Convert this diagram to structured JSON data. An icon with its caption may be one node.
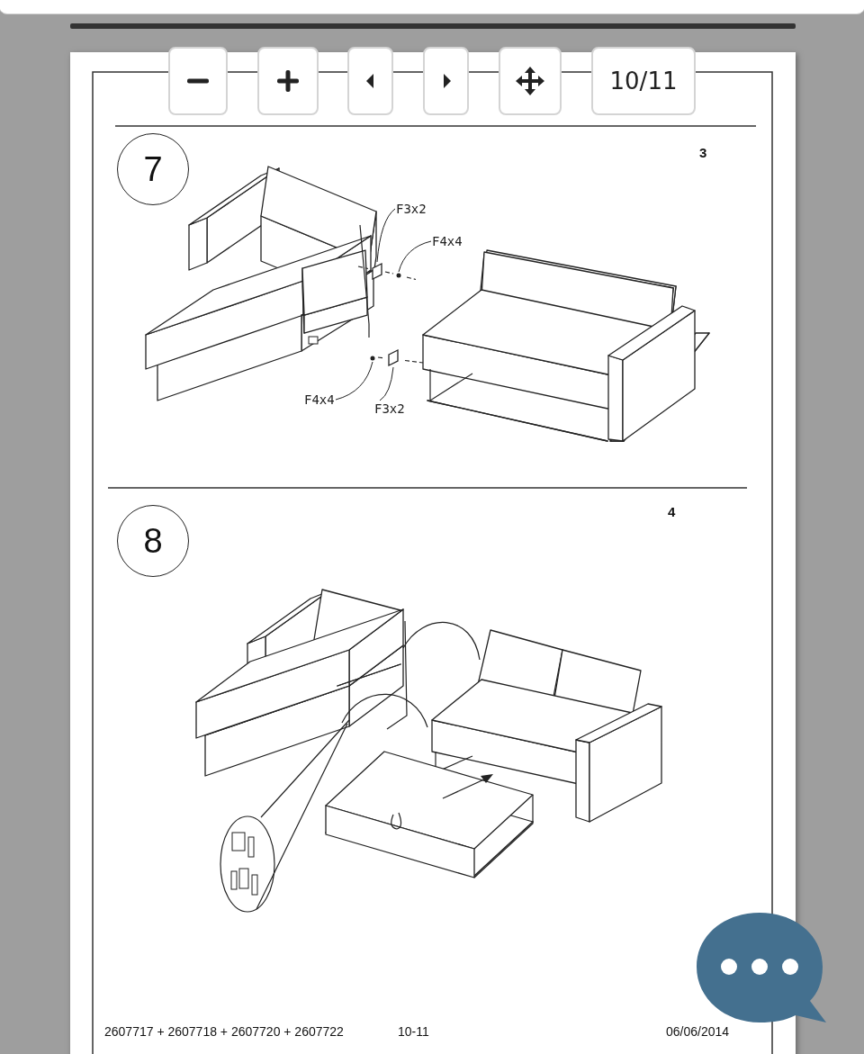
{
  "diagram": {
    "nodes": [
      {
        "text": [
          "7"
        ]
      },
      {
        "text": [
          "F3x2"
        ]
      },
      {
        "text": [
          "F4x4"
        ]
      },
      {
        "text": [
          "F4x4"
        ]
      },
      {
        "text": [
          "F3x2"
        ]
      },
      {
        "text": [
          "8"
        ]
      },
      {
        "text": [],
        "shape": "box"
      },
      {
        "text": [],
        "shape": "circle"
      },
      {
        "text": [],
        "shape": "circle"
      },
      {
        "text": [],
        "shape": "box"
      }
    ],
    "edges": [
      {
        "from": 1,
        "to": 6,
        "arrow": "none"
      },
      {
        "from": 2,
        "to": 7,
        "arrow": "none"
      },
      {
        "from": 3,
        "to": 8,
        "arrow": "none"
      },
      {
        "from": 4,
        "to": 9,
        "arrow": "none"
      }
    ],
    "labels": [
      "10/11",
      "3",
      "4",
      "2607717 + 2607718 + 2607720 + 2607722",
      "10-11",
      "06/06/2014"
    ]
  }
}
